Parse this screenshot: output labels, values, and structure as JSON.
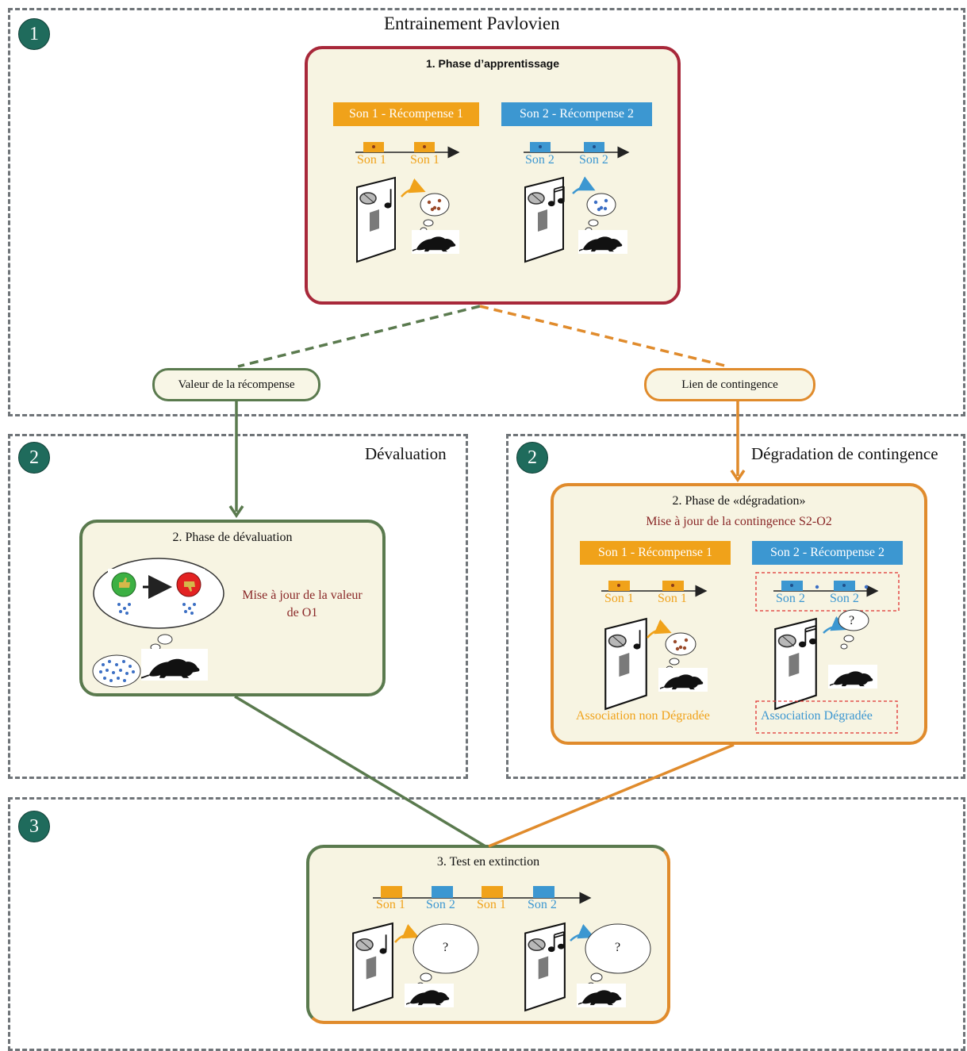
{
  "regions": {
    "top": {
      "badge": "1",
      "title": "Entrainement Pavlovien"
    },
    "left": {
      "badge": "2",
      "title": "Dévaluation"
    },
    "right": {
      "badge": "2",
      "title": "Dégradation de contingence"
    },
    "bottom": {
      "badge": "3"
    }
  },
  "learning_phase": {
    "title": "1. Phase d’apprentissage",
    "tag1": "Son 1 - Récompense 1",
    "tag2": "Son 2 - Récompense 2",
    "son1": "Son 1",
    "son2": "Son 2"
  },
  "connectors": {
    "reward_value": "Valeur de la récompense",
    "contingency_link": "Lien de contingence"
  },
  "devaluation_phase": {
    "title": "2. Phase de dévaluation",
    "note": "Mise à jour de la valeur de O1"
  },
  "degradation_phase": {
    "title": "2. Phase de «dégradation»",
    "subtitle": "Mise à jour de la contingence S2-O2",
    "tag1": "Son 1 - Récompense 1",
    "tag2": "Son 2 - Récompense 2",
    "son1": "Son 1",
    "son2": "Son 2",
    "non_degraded": "Association non Dégradée",
    "degraded": "Association Dégradée"
  },
  "test_phase": {
    "title": "3. Test en extinction",
    "son1": "Son 1",
    "son2": "Son 2",
    "question": "?"
  },
  "colors": {
    "orange": "#f0a21a",
    "blue": "#3c97d1",
    "green": "#5a7a4e",
    "red": "#a8283a",
    "box_orange": "#e08b2c",
    "cream": "#f7f4e2",
    "badge": "#1f6b5c",
    "maroon": "#8a2828"
  },
  "icons": [
    "music-note-icon",
    "lever-panel-icon",
    "rat-icon",
    "thought-bubble-icon",
    "thumbs-up-icon",
    "thumbs-down-icon",
    "pellets-icon"
  ]
}
